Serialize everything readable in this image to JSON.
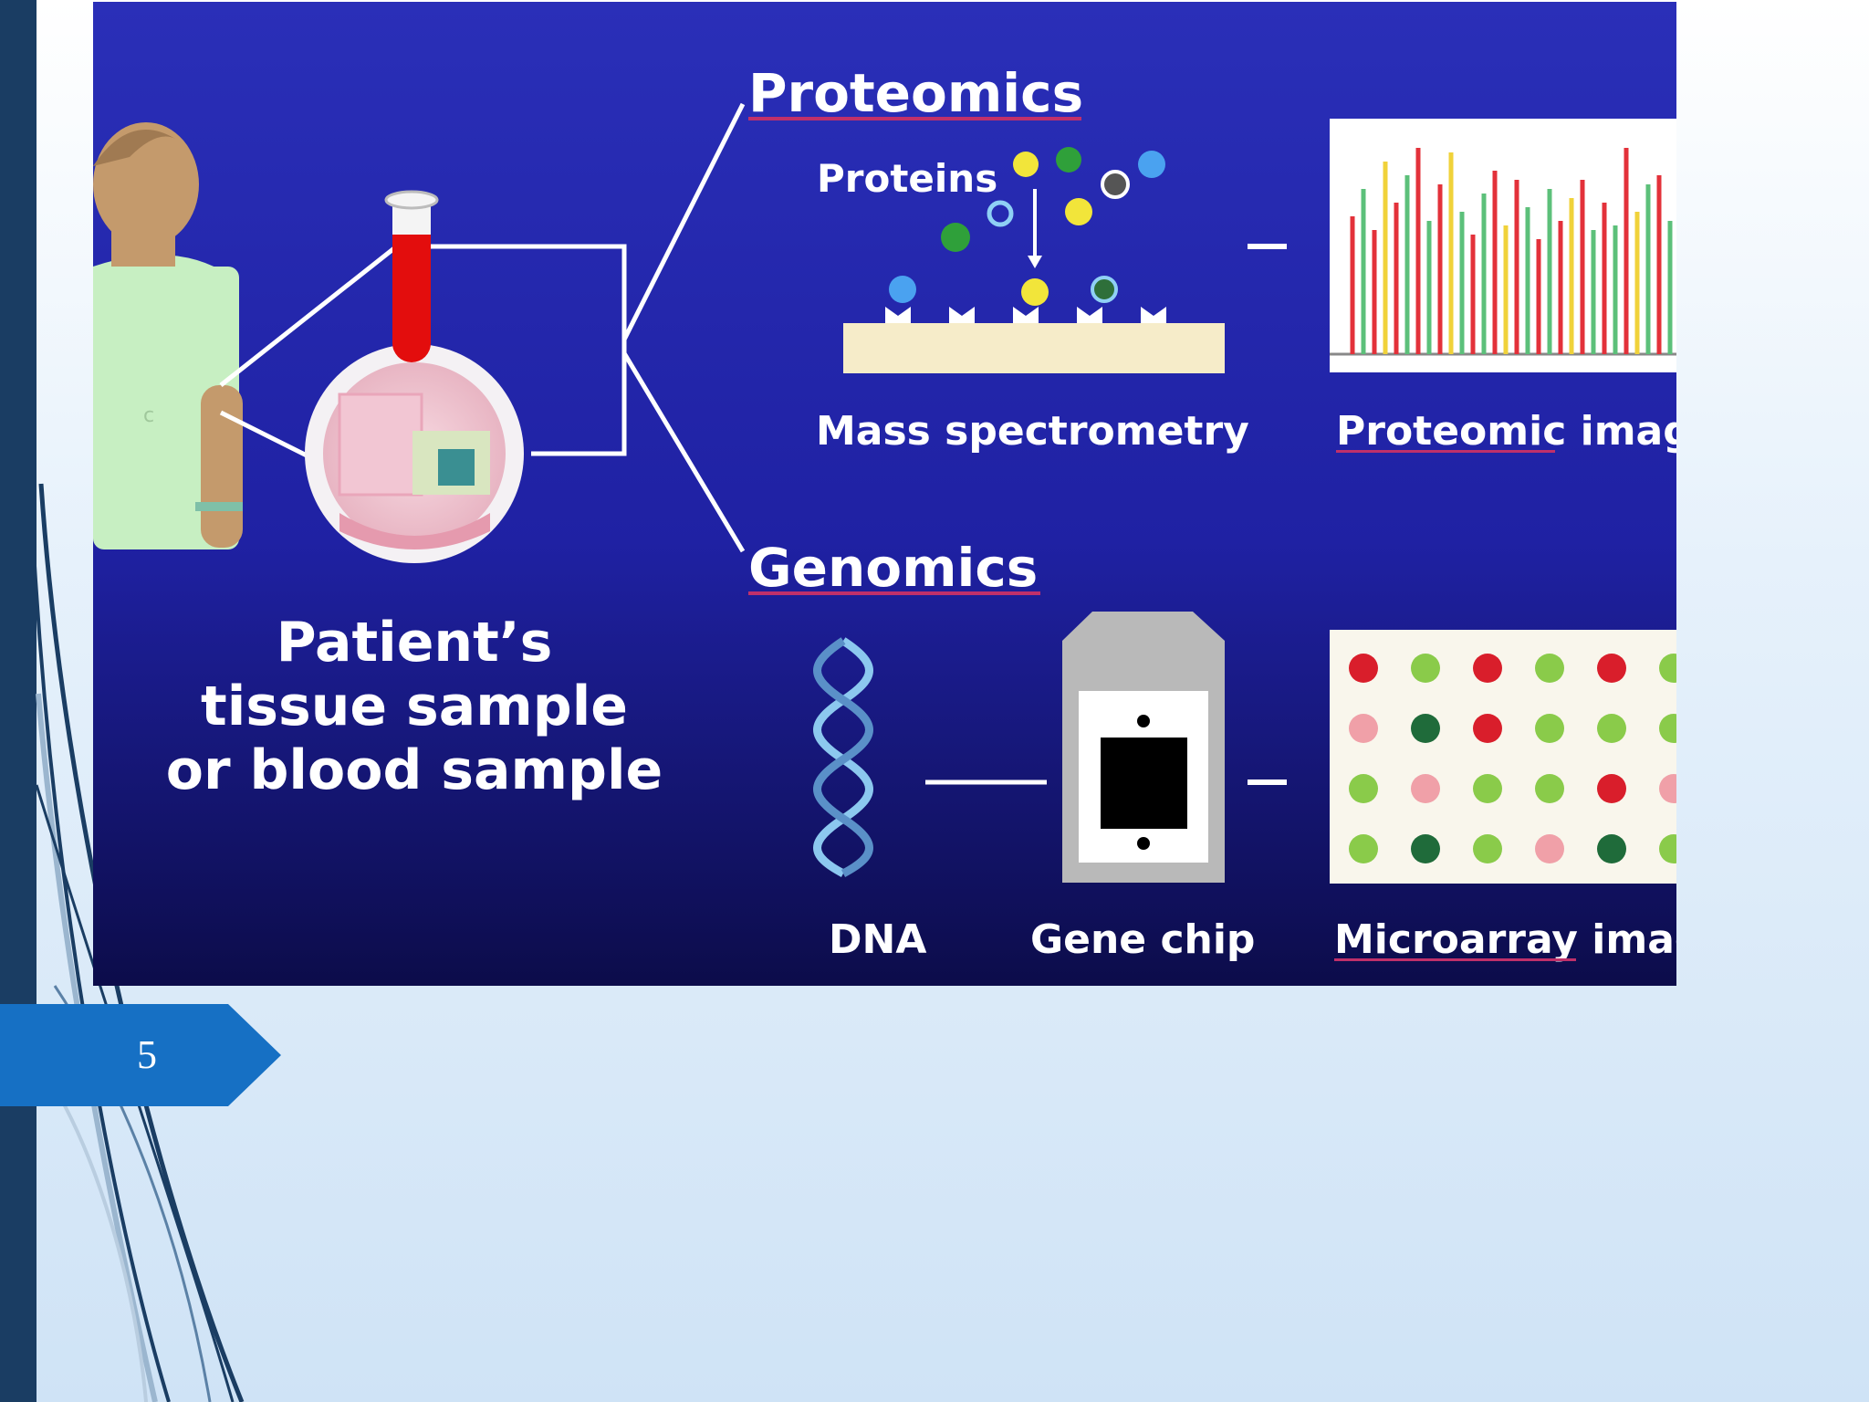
{
  "slide": {
    "number": "5"
  },
  "figure": {
    "patient_label_line1": "Patient’s",
    "patient_label_line2": "tissue sample",
    "patient_label_line3": "or blood sample",
    "proteomics": {
      "heading": "Proteomics",
      "proteins_label": "Proteins",
      "method_label": "Mass spectrometry",
      "result_label": "Proteomic imag"
    },
    "genomics": {
      "heading": "Genomics",
      "dna_label": "DNA",
      "chip_label": "Gene chip",
      "result_label": "Microarray imag"
    }
  },
  "colors": {
    "figure_background": "#1c1e9a",
    "left_bar": "#1a3d63",
    "slide_number_tab": "#1670c4",
    "heading_underline": "#c0306a"
  }
}
